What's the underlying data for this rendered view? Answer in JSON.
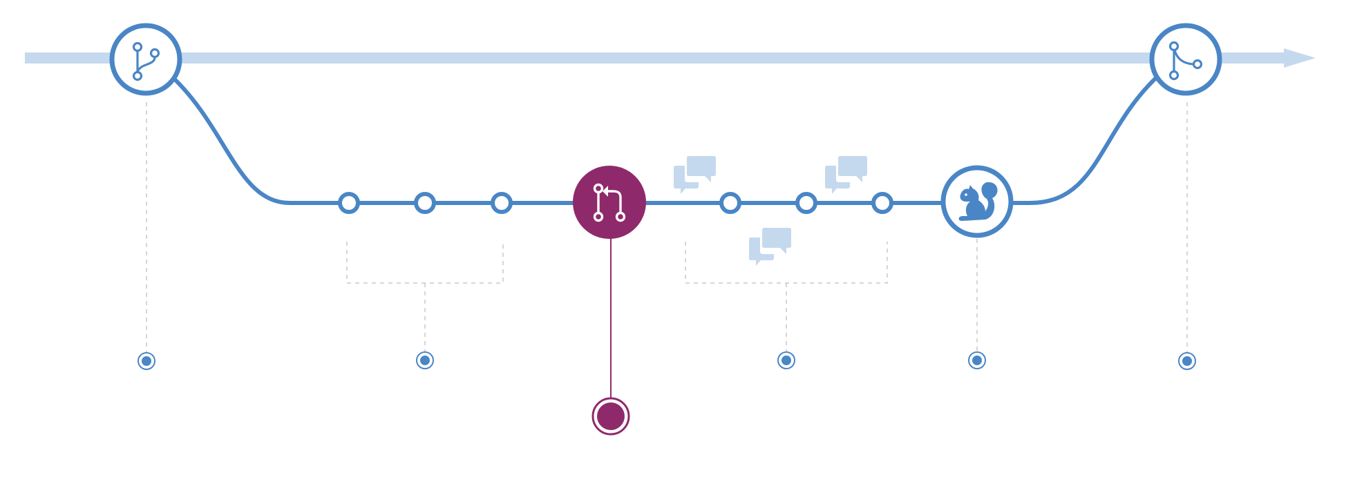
{
  "colors": {
    "background": "#ffffff",
    "main_branch": "#c5d9ee",
    "branch": "#4a86c6",
    "pull_request": "#8e2a6b",
    "connector": "#c8c8c8",
    "discussion": "#c5d9ee"
  },
  "icons": {
    "branch_start": "git-branch-icon",
    "pull_request": "pull-request-icon",
    "deploy": "squirrel-icon",
    "merge": "git-merge-icon",
    "discussion": "comment-discussion-icon"
  },
  "diagram": {
    "commits_before_pr": 3,
    "commits_after_pr": 3,
    "discussion_bubbles": 3,
    "markers": 6
  }
}
